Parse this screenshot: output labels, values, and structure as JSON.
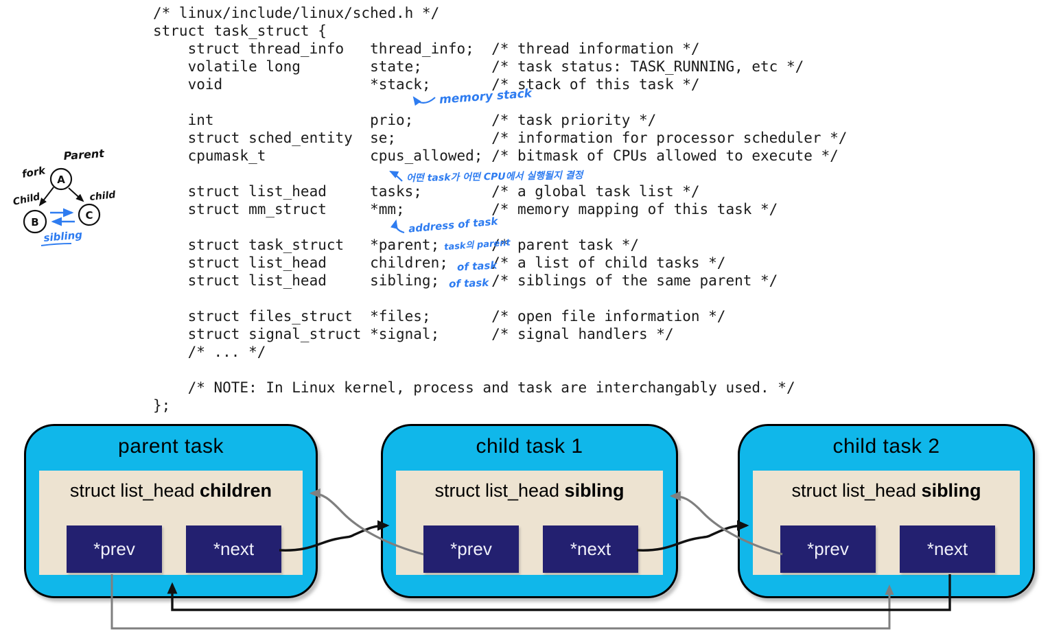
{
  "code": {
    "text": "/* linux/include/linux/sched.h */\nstruct task_struct {\n    struct thread_info   thread_info;  /* thread information */\n    volatile long        state;        /* task status: TASK_RUNNING, etc */\n    void                 *stack;       /* stack of this task */\n\n    int                  prio;         /* task priority */\n    struct sched_entity  se;           /* information for processor scheduler */\n    cpumask_t            cpus_allowed; /* bitmask of CPUs allowed to execute */\n\n    struct list_head     tasks;        /* a global task list */\n    struct mm_struct     *mm;          /* memory mapping of this task */\n\n    struct task_struct   *parent;      /* parent task */\n    struct list_head     children;     /* a list of child tasks */\n    struct list_head     sibling;      /* siblings of the same parent */\n\n    struct files_struct  *files;       /* open file information */\n    struct signal_struct *signal;      /* signal handlers */\n    /* ... */\n\n    /* NOTE: In Linux kernel, process and task are interchangably used. */\n};"
  },
  "annotations": {
    "memory_stack": "memory stack",
    "cpu_note": "어떤 task가 어떤 CPU에서 실행될지 결정",
    "mm_note": "address of task",
    "parent_note": "task의 parent",
    "children_note": "of task",
    "sibling_note": "of task"
  },
  "fork_diagram": {
    "parent_label": "Parent",
    "fork_label": "fork",
    "child_left_label": "Child",
    "child_right_label": "child",
    "sibling_label": "sibling",
    "nodes": {
      "a": "A",
      "b": "B",
      "c": "C"
    }
  },
  "tasks": [
    {
      "title": "parent task",
      "struct_prefix": "struct list_head",
      "field": "children",
      "prev": "*prev",
      "next": "*next"
    },
    {
      "title": "child task 1",
      "struct_prefix": "struct list_head",
      "field": "sibling",
      "prev": "*prev",
      "next": "*next"
    },
    {
      "title": "child task 2",
      "struct_prefix": "struct list_head",
      "field": "sibling",
      "prev": "*prev",
      "next": "*next"
    }
  ],
  "colors": {
    "task_fill": "#10b7ea",
    "struct_fill": "#ede3d1",
    "pointer_fill": "#232070",
    "gray_arrow": "#7f7f7f",
    "ink_blue": "#2e7cf0"
  }
}
